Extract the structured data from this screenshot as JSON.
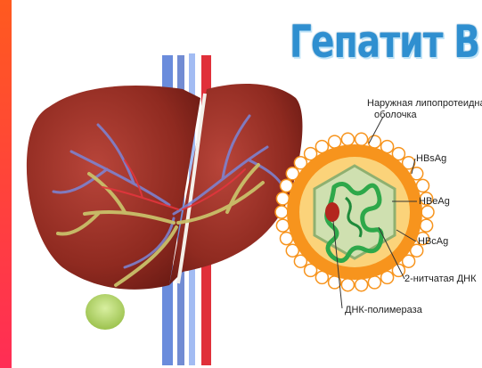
{
  "title": "Гепатит В",
  "labels": {
    "envelope_line1": "Наружная липопротеидная",
    "envelope_line2": "оболочка",
    "hbsag": "HBsAg",
    "hbeag": "HBeAg",
    "hbcag": "HBcAg",
    "dna": "2-нитчатая ДНК",
    "polymerase": "ДНК-полимераза"
  },
  "colors": {
    "accent_bar": "#ff3b30",
    "title": "#2f8fd0",
    "liver": "#9a2e22",
    "envelope": "#f7941d",
    "core": "#cfe0b0",
    "dna": "#2ea84a"
  }
}
